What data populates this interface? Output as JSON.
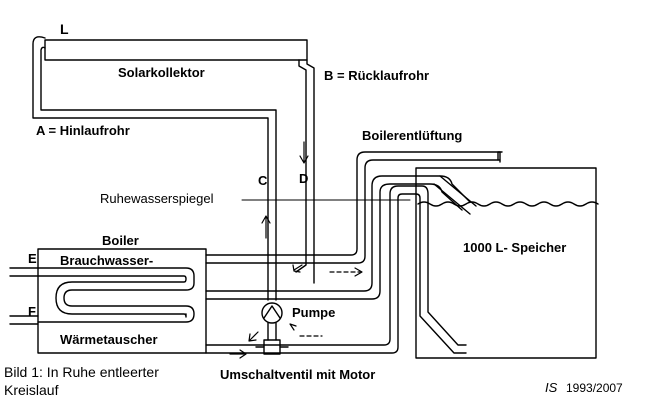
{
  "figure": {
    "labels": {
      "L": "L",
      "solarkollektor": "Solarkollektor",
      "b_ruecklauf": "B = Rücklaufrohr",
      "a_hinlauf": "A = Hinlaufrohr",
      "boilerentlueftung": "Boilerentlüftung",
      "c": "C",
      "d": "D",
      "ruhewasserspiegel": "Ruhewasserspiegel",
      "boiler": "Boiler",
      "e": "E",
      "f": "F",
      "brauchwasser": "Brauchwasser-",
      "waermetauscher": "Wärmetauscher",
      "pumpe": "Pumpe",
      "speicher": "1000 L- Speicher",
      "umschaltventil": "Umschaltventil mit Motor",
      "caption_line1": "Bild 1: In Ruhe entleerter",
      "caption_line2": "Kreislauf",
      "credit_initials": "IS",
      "credit_year": "1993/2007"
    },
    "colors": {
      "line": "#000000",
      "background": "#ffffff"
    }
  }
}
